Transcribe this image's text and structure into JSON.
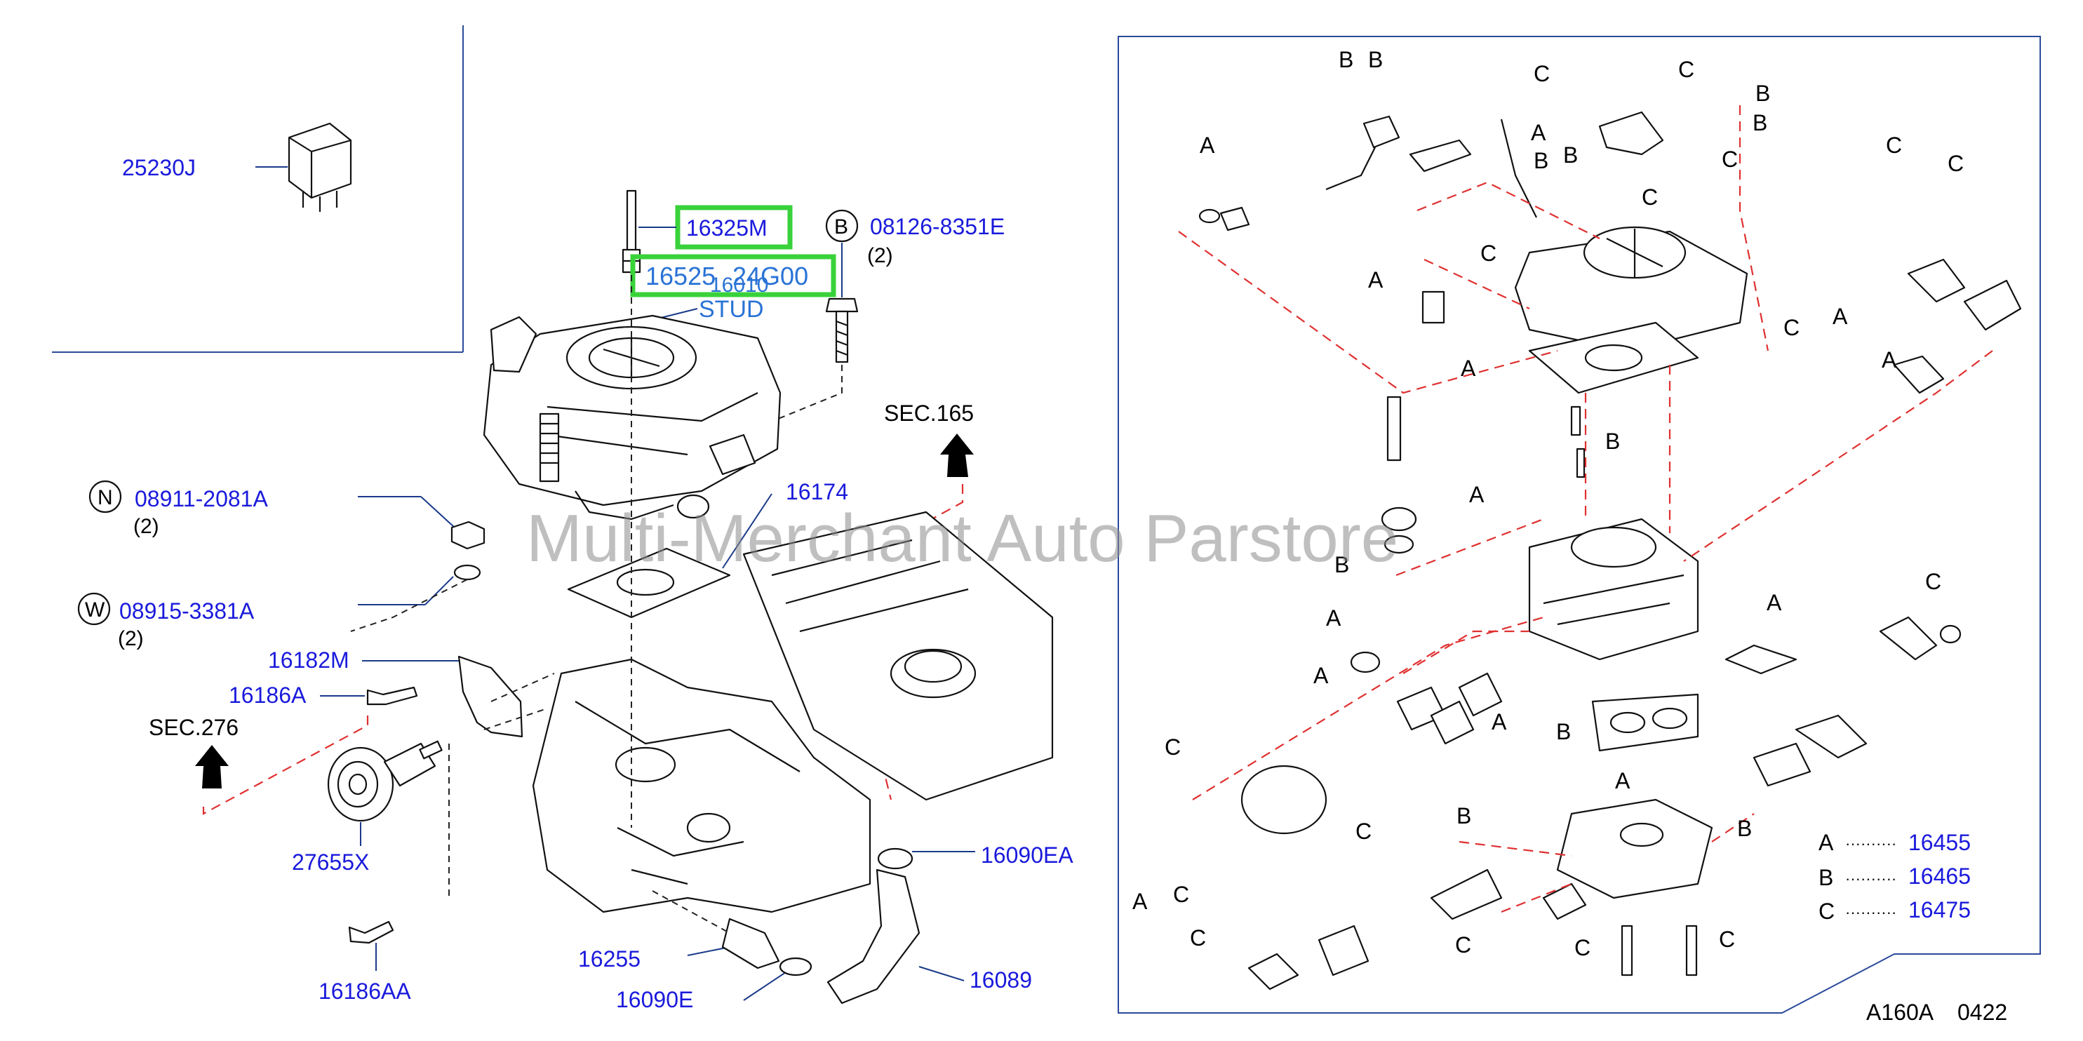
{
  "parts": {
    "p25230J": "25230J",
    "p16325M": "16325M",
    "p16525": "16525",
    "p24G00": "24G00",
    "p16010": "16010",
    "stud": "STUD",
    "p08126": "08126-8351E",
    "p08126_qty": "(2)",
    "p08911": "08911-2081A",
    "p08911_qty": "(2)",
    "p08915": "08915-3381A",
    "p08915_qty": "(2)",
    "p16174": "16174",
    "p16182M": "16182M",
    "p16186A": "16186A",
    "p27655X": "27655X",
    "p16186AA": "16186AA",
    "p16090EA": "16090EA",
    "p16255": "16255",
    "p16090E": "16090E",
    "p16089": "16089",
    "sec165": "SEC.165",
    "sec276": "SEC.276"
  },
  "symbols": {
    "B": "B",
    "N": "N",
    "W": "W",
    "A": "A",
    "C": "C"
  },
  "legend": {
    "a_letter": "A",
    "a_dots": "··········",
    "a_part": "16455",
    "b_letter": "B",
    "b_dots": "··········",
    "b_part": "16465",
    "c_letter": "C",
    "c_dots": "··········",
    "c_part": "16475"
  },
  "diagram_code": "A160A",
  "diagram_rev": "0422",
  "watermark": "Multi-Merchant Auto Parstore",
  "colors": {
    "part_number": "#1a1adc",
    "highlight": "#39d23a",
    "exploded_line": "#e03030",
    "frame": "#2a4a9a"
  }
}
